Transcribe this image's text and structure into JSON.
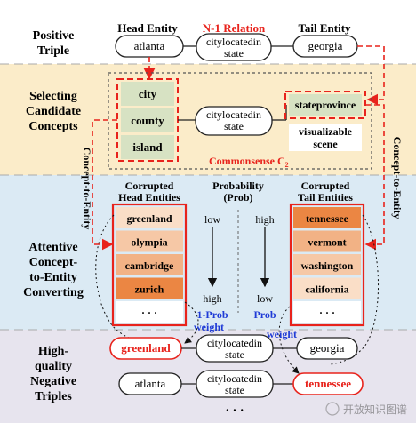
{
  "bands": {
    "positive": "Positive Triple",
    "selecting": "Selecting Candidate Concepts",
    "attentive": "Attentive Concept-to-Entity Converting",
    "negative": "High-quality Negative Triples"
  },
  "positive_triple": {
    "head_label": "Head Entity",
    "relation_label": "N-1 Relation",
    "tail_label": "Tail Entity",
    "head": "atlanta",
    "relation": "citylocatedin state",
    "tail": "georgia"
  },
  "concepts": {
    "head_concepts": [
      "city",
      "county",
      "island"
    ],
    "relation": "citylocatedin state",
    "tail_concepts": [
      "stateprovince",
      "visualizable scene"
    ],
    "commonsense_label": "Commonsense C",
    "commonsense_sub": "2"
  },
  "side_labels": {
    "left": "Concept-to-Entity",
    "right": "Concept-to-Entity"
  },
  "corrupted": {
    "head_title": "Corrupted Head Entities",
    "head_items": [
      "greenland",
      "olympia",
      "cambridge",
      "zurich",
      "· · ·"
    ],
    "head_fill_levels": [
      0.05,
      0.25,
      0.45,
      0.85,
      0.0
    ],
    "tail_title": "Corrupted Tail Entities",
    "tail_items": [
      "tennessee",
      "vermont",
      "washington",
      "california",
      "· · ·"
    ],
    "tail_fill_levels": [
      0.85,
      0.45,
      0.25,
      0.05,
      0.0
    ]
  },
  "probability": {
    "title": "Probability (Prob)",
    "left_top": "low",
    "left_bottom": "high",
    "right_top": "high",
    "right_bottom": "low",
    "left_formula": "1-Prob",
    "right_formula": "Prob",
    "weight_label": "weight"
  },
  "negatives": {
    "triple1": {
      "head": "greenland",
      "relation": "citylocatedin state",
      "tail": "georgia"
    },
    "triple2": {
      "head": "atlanta",
      "relation": "citylocatedin state",
      "tail": "tennessee"
    },
    "ellipsis": "· · ·"
  },
  "watermark": "开放知识图谱",
  "colors": {
    "band_positive": "#ffffff",
    "band_selecting": "#fbecc9",
    "band_attentive": "#dbeaf4",
    "band_negative": "#e7e4ee",
    "concept_fill": "#d7e2c3",
    "accent_red": "#e8231c",
    "accent_blue": "#1f3bd6",
    "orange_dark": "#e8762a",
    "orange_light": "#fbe3cf"
  }
}
